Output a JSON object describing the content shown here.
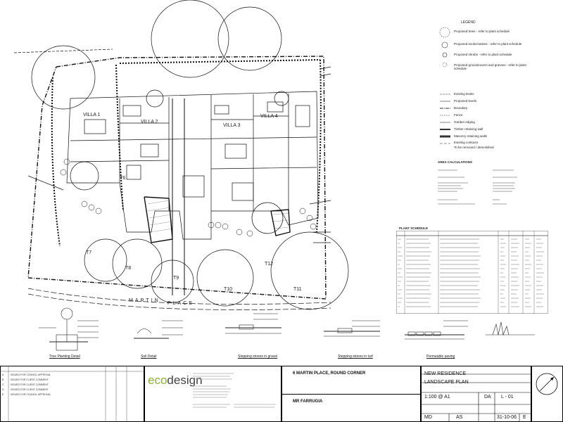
{
  "site": {
    "street_label_1": "MARTIN",
    "street_label_2": "PLACE",
    "villa_labels": [
      "VILLA 1",
      "VILLA 2",
      "VILLA 3",
      "VILLA 4"
    ],
    "tree_labels": [
      "T6",
      "T7",
      "T8",
      "T9",
      "T10",
      "T11",
      "T12"
    ]
  },
  "legend": {
    "title": "LEGEND",
    "items": [
      "Proposed trees - refer to plant schedule",
      "Proposed exotic/natives - refer to plant schedule",
      "Proposed shrubs - refer to plant schedule",
      "Proposed groundcovers and grasses - refer to plant schedule",
      "Existing levels",
      "Proposed levels",
      "Boundary",
      "Fence",
      "Garden edging",
      "Timber retaining wall",
      "Masonry retaining walls",
      "Existing contours",
      "To be removed / demolished"
    ]
  },
  "area": {
    "title": "AREA CALCULATIONS"
  },
  "plant_schedule": {
    "title": "PLANT SCHEDULE"
  },
  "details": {
    "tree_detail": "Tree Planting Detail",
    "soil_detail": "Soil Detail",
    "gravel_detail": "Stepping stones in gravel",
    "turf_detail": "Stepping stones in turf",
    "paving_detail": "Permeable paving"
  },
  "title_block": {
    "revisions": [
      {
        "rev": "A",
        "desc": "ISSUED FOR COUNCIL APPROVAL"
      },
      {
        "rev": "B",
        "desc": "ISSUED FOR CLIENT COMMENT"
      },
      {
        "rev": "C",
        "desc": "ISSUED FOR CLIENT COMMENT"
      },
      {
        "rev": "D",
        "desc": "ISSUED FOR CLIENT COMMENT"
      },
      {
        "rev": "E",
        "desc": "ISSUED FOR COUNCIL APPROVAL"
      }
    ],
    "logo_eco": "eco",
    "logo_design": "design",
    "address": "6 MARTIN PLACE, ROUND CORNER",
    "client": "MR FARRUGIA",
    "project": "NEW RESIDENCE",
    "drawing": "LANDSCAPE PLAN",
    "scale": "1:100 @ A1",
    "drawn": "DA",
    "sheet": "L - 01",
    "designer": "MD",
    "checked": "AS",
    "date": "31-10-06",
    "rev": "E"
  }
}
